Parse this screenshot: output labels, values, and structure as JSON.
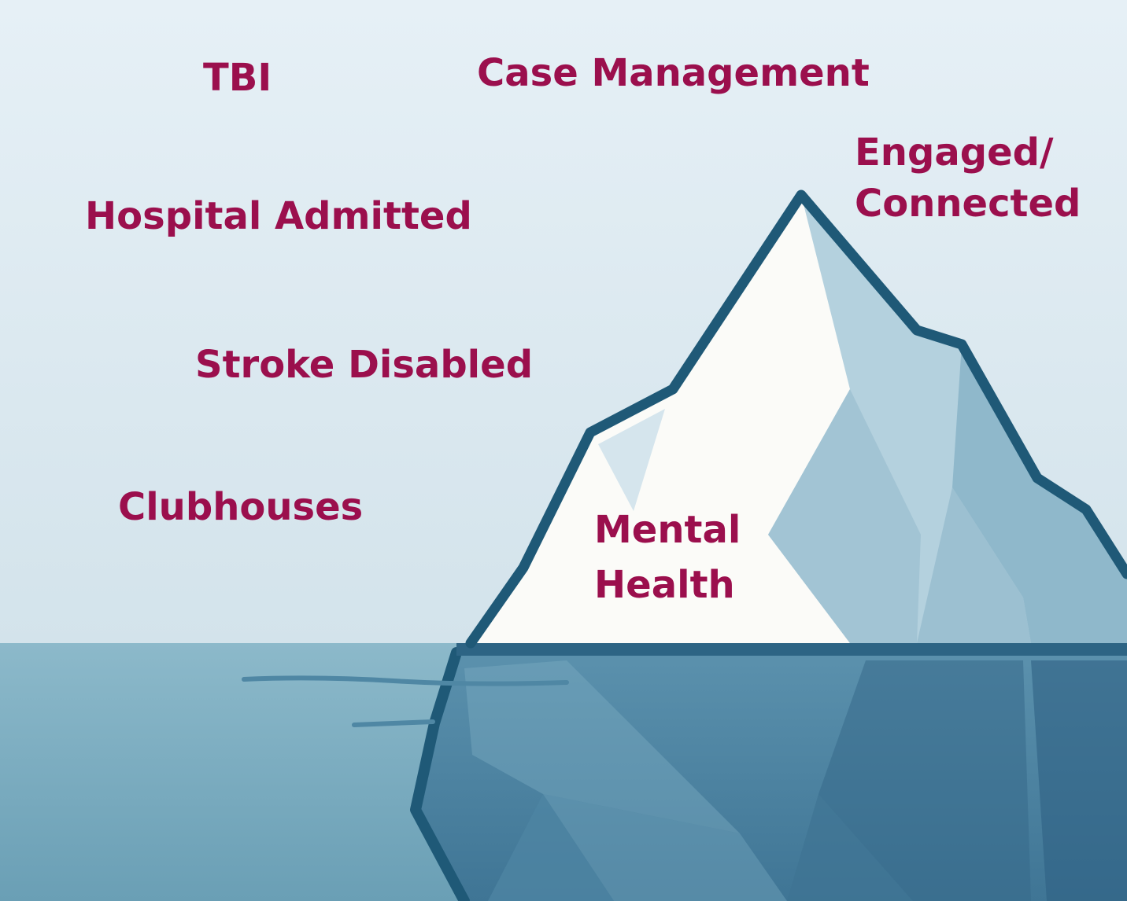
{
  "colors": {
    "label_text": "#9b0f4d",
    "sky_top": "#e4eff5",
    "sky_bottom": "#d4e4ec",
    "water_light": "#8fbccc",
    "water_dark": "#6b9fb4",
    "iceberg_snow": "#fbfbf8",
    "iceberg_shade": "#a9cad9",
    "iceberg_outline": "#1f5977",
    "iceberg_underwater": "#4f86a3"
  },
  "diagram": {
    "title": "",
    "labels": {
      "tbi": "TBI",
      "case_management": "Case Management",
      "engaged_connected": "Engaged/\nConnected",
      "hospital_admitted": "Hospital Admitted",
      "stroke_disabled": "Stroke Disabled",
      "clubhouses": "Clubhouses",
      "mental_health": "Mental\nHealth"
    }
  }
}
